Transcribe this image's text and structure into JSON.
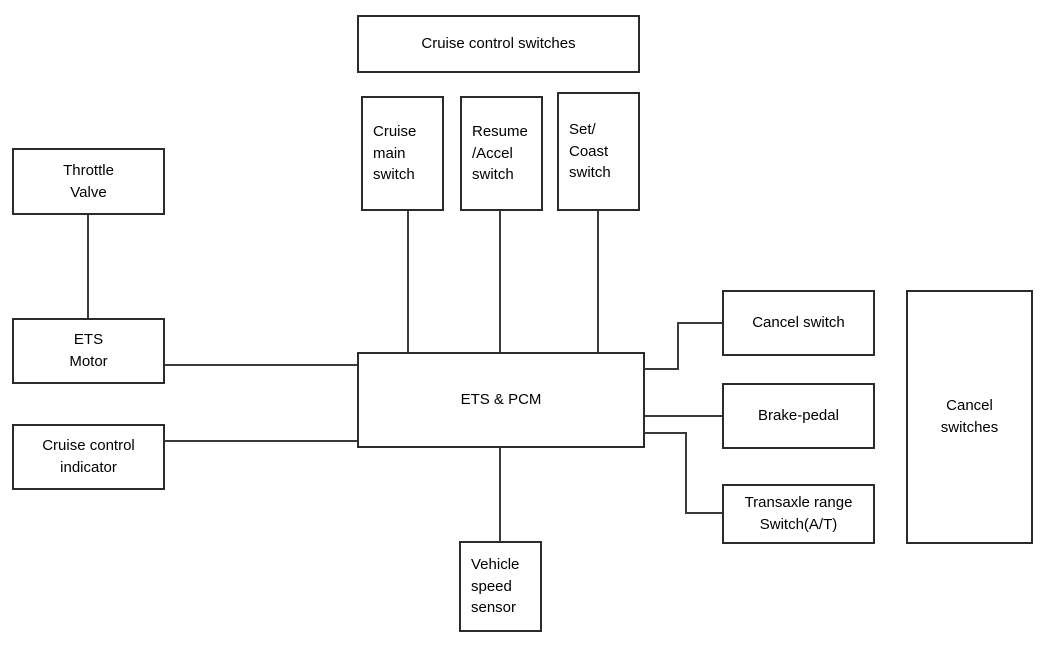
{
  "diagram": {
    "title": "Cruise control system block diagram",
    "type": "block-diagram",
    "background_color": "#ffffff",
    "line_color": "#3a3a3a",
    "box_border_color": "#2b2b2b",
    "text_color": "#000000",
    "nodes": {
      "cruise_control_switches": "Cruise control switches",
      "cruise_main_switch": "Cruise\nmain\nswitch",
      "resume_accel_switch": "Resume\n/Accel\nswitch",
      "set_coast_switch": "Set/\nCoast\nswitch",
      "throttle_valve": "Throttle\nValve",
      "ets_motor": "ETS\nMotor",
      "cruise_control_indicator": "Cruise control\nindicator",
      "ets_pcm": "ETS & PCM",
      "cancel_switch": "Cancel switch",
      "brake_pedal": "Brake-pedal",
      "transaxle_range_switch": "Transaxle range\nSwitch(A/T)",
      "cancel_switches_group": "Cancel\nswitches",
      "vehicle_speed_sensor": "Vehicle\nspeed\nsensor"
    },
    "connections": [
      "throttle-valve -> ets-motor",
      "ets-motor -> ets-pcm",
      "cruise-control-indicator -> ets-pcm",
      "cruise-main-switch -> ets-pcm",
      "resume-accel-switch -> ets-pcm",
      "set-coast-switch -> ets-pcm",
      "ets-pcm -> cancel-switch",
      "ets-pcm -> brake-pedal",
      "ets-pcm -> transaxle-range-switch",
      "ets-pcm -> vehicle-speed-sensor"
    ]
  }
}
